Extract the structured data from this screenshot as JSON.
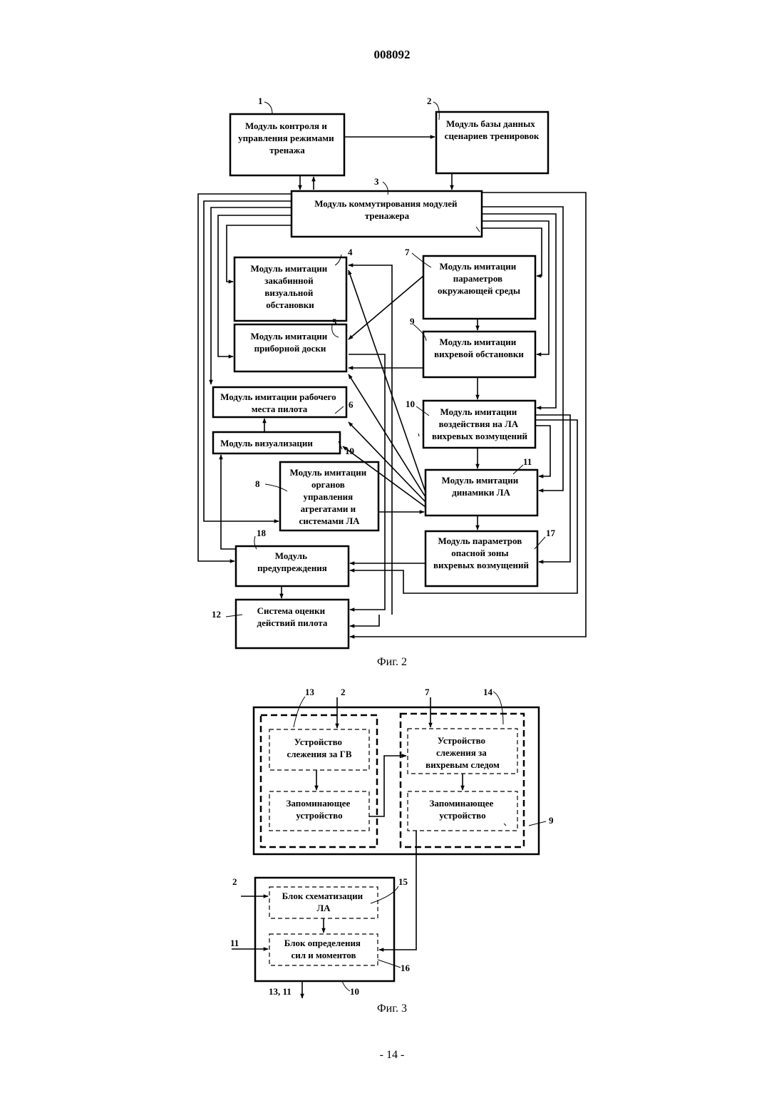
{
  "header": {
    "doc_number": "008092"
  },
  "fig2": {
    "caption": "Фиг. 2",
    "blocks": {
      "b1": [
        "Модуль контроля и",
        "управления режимами",
        "тренажа"
      ],
      "b2": [
        "Модуль базы данных",
        "сценариев тренировок"
      ],
      "b3": [
        "Модуль коммутирования модулей",
        "тренажера"
      ],
      "b4": [
        "Модуль имитации",
        "закабинной",
        "визуальной",
        "обстановки"
      ],
      "b5": [
        "Модуль имитации",
        "приборной доски"
      ],
      "b6": [
        "Модуль имитации рабочего",
        "места пилота"
      ],
      "b7": [
        "Модуль имитации",
        "параметров",
        "окружающей среды"
      ],
      "b8": [
        "Модуль имитации",
        "органов",
        "управления",
        "агрегатами и",
        "системами ЛА"
      ],
      "b9": [
        "Модуль имитации",
        "вихревой обстановки"
      ],
      "b10": [
        "Модуль имитации",
        "воздействия на ЛА",
        "вихревых возмущений"
      ],
      "b11": [
        "Модуль имитации",
        "динамики ЛА"
      ],
      "b12": [
        "Система оценки",
        "действий пилота"
      ],
      "b17": [
        "Модуль параметров",
        "опасной зоны",
        "вихревых  возмущений"
      ],
      "b18": [
        "Модуль",
        "предупреждения"
      ],
      "b19": [
        "Модуль визуализации"
      ]
    },
    "labels": {
      "n1": "1",
      "n2": "2",
      "n3": "3",
      "n4": "4",
      "n5": "5",
      "n6": "6",
      "n7": "7",
      "n8": "8",
      "n9": "9",
      "n10": "10",
      "n11": "11",
      "n12": "12",
      "n17": "17",
      "n18": "18",
      "n19": "19"
    }
  },
  "fig3": {
    "caption": "Фиг. 3",
    "blocks": {
      "tracker_gv": [
        "Устройство",
        "слежения за ГВ"
      ],
      "memory_1": [
        "Запоминающее",
        "устройство"
      ],
      "tracker_wake": [
        "Устройство",
        "слежения за",
        "вихревым следом"
      ],
      "memory_2": [
        "Запоминающее",
        "устройство"
      ],
      "schematization": [
        "Блок схематизации",
        "ЛА"
      ],
      "forces": [
        "Блок определения",
        "сил и моментов"
      ]
    },
    "labels": {
      "n13": "13",
      "n2a": "2",
      "n7": "7",
      "n14": "14",
      "n9": "9",
      "n2b": "2",
      "n15": "15",
      "n11": "11",
      "n16": "16",
      "out": "13, 11",
      "n10": "10"
    }
  },
  "footer": {
    "page_number": "- 14 -"
  }
}
